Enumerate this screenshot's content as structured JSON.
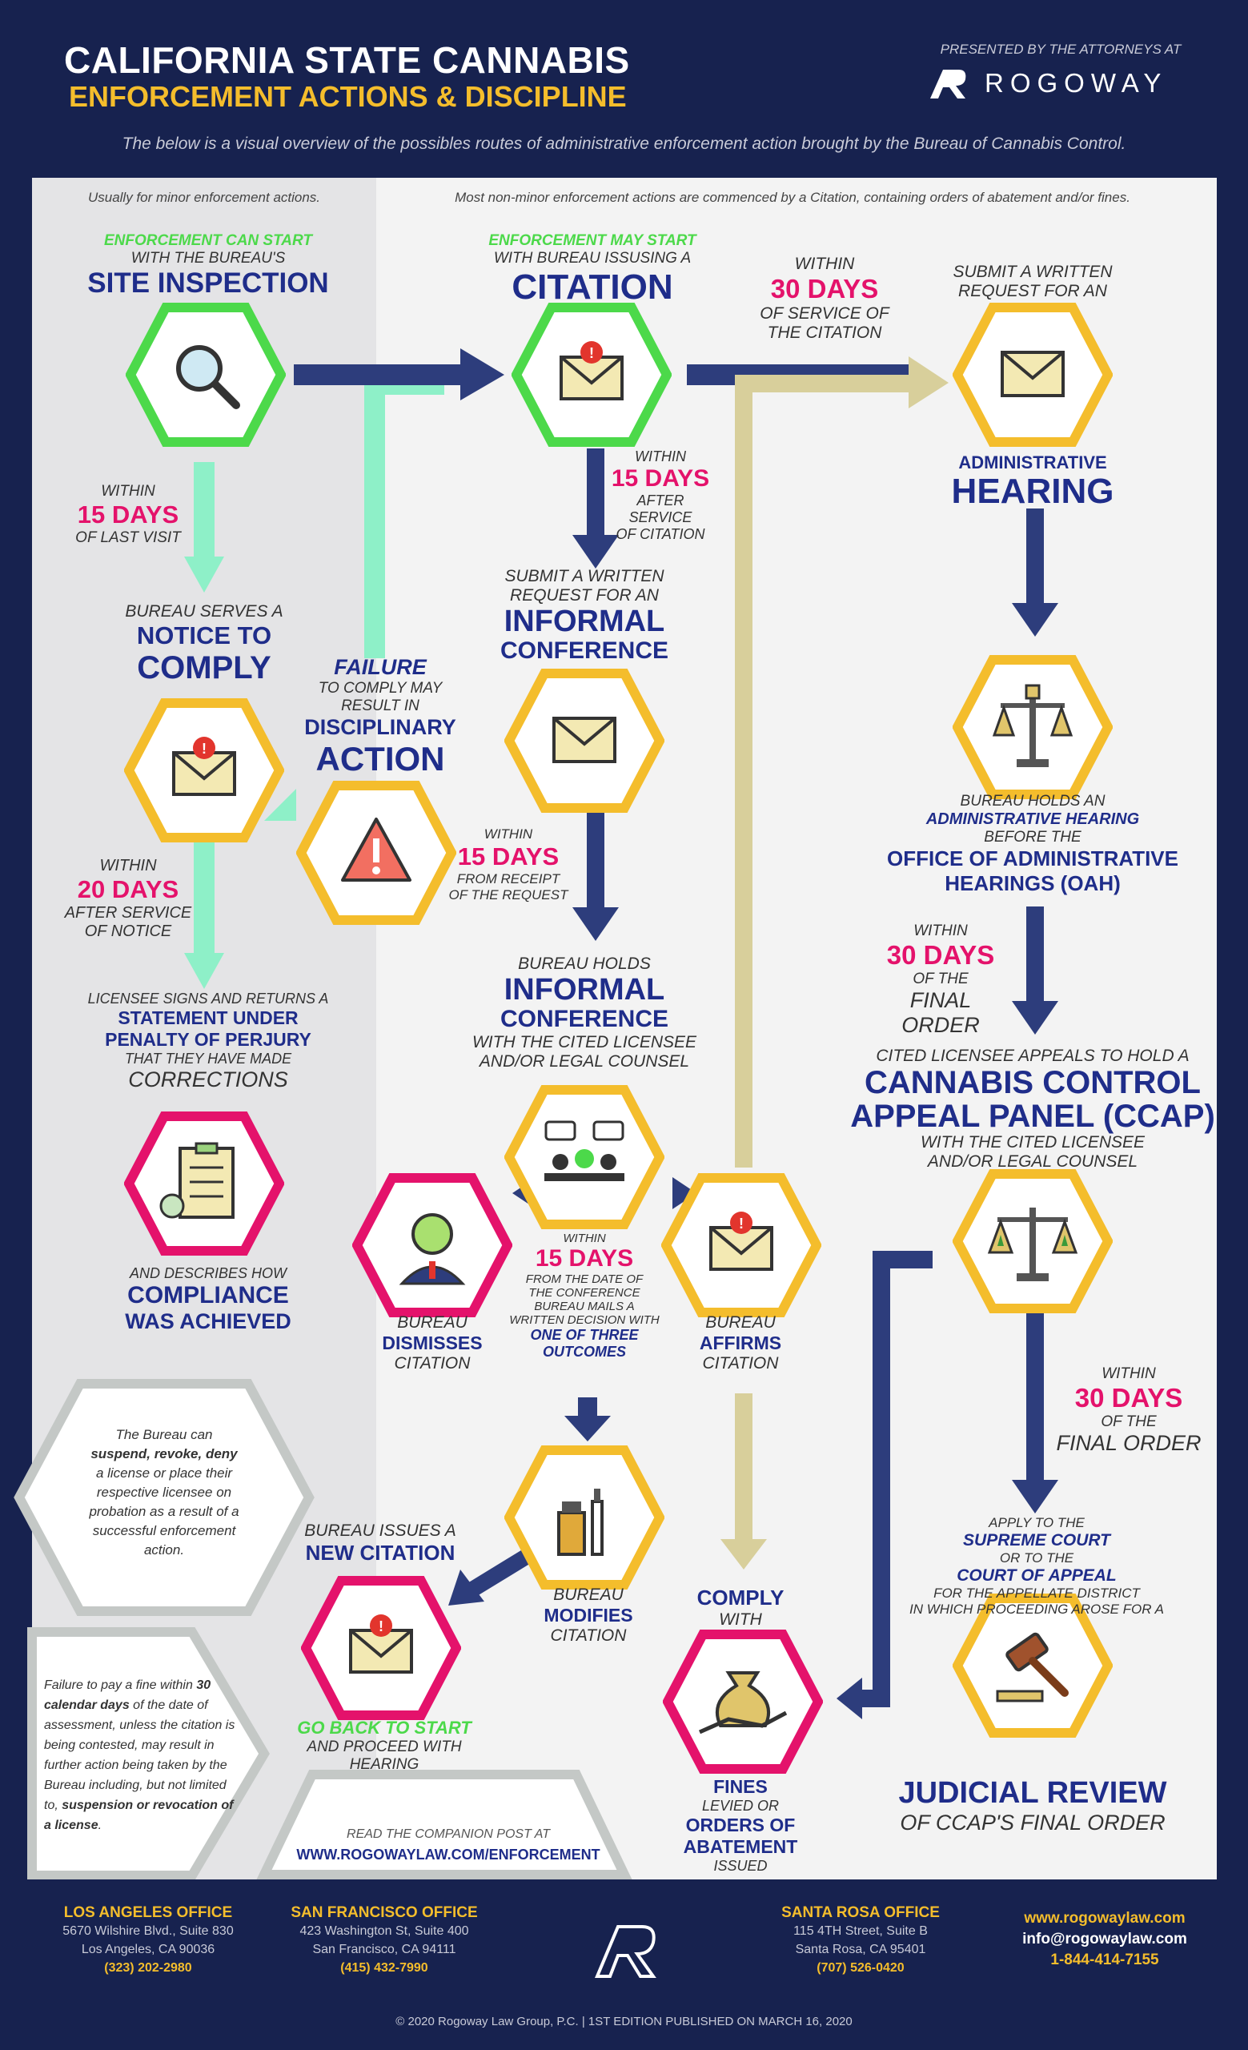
{
  "header": {
    "title_line1": "CALIFORNIA STATE CANNABIS",
    "title_line2": "ENFORCEMENT ACTIONS & DISCIPLINE",
    "presented_by": "PRESENTED BY THE ATTORNEYS AT",
    "brand": "ROGOWAY",
    "intro": "The below is a visual overview of the possibles routes of administrative enforcement action brought by the Bureau of Cannabis Control."
  },
  "notes": {
    "left": "Usually for minor enforcement actions.",
    "right": "Most non-minor enforcement actions are commenced by a Citation, containing orders of abatement and/or fines."
  },
  "site_inspection": {
    "pre": "ENFORCEMENT CAN START",
    "mid": "WITH THE BUREAU'S",
    "main": "SITE INSPECTION"
  },
  "citation": {
    "pre": "ENFORCEMENT MAY START",
    "mid": "WITH BUREAU ISSUSING A",
    "main": "CITATION"
  },
  "within30_citation": {
    "a": "WITHIN",
    "b": "30 DAYS",
    "c": "OF SERVICE OF",
    "d": "THE CITATION"
  },
  "admin_hearing_req": {
    "a": "SUBMIT A WRITTEN",
    "b": "REQUEST FOR AN",
    "c": "ADMINISTRATIVE",
    "d": "HEARING"
  },
  "within15_last": {
    "a": "WITHIN",
    "b": "15 DAYS",
    "c": "OF LAST VISIT"
  },
  "within15_cit": {
    "a": "WITHIN",
    "b": "15 DAYS",
    "c": "AFTER SERVICE",
    "d": "OF CITATION"
  },
  "informal_req": {
    "a": "SUBMIT A WRITTEN",
    "b": "REQUEST FOR AN",
    "c": "INFORMAL",
    "d": "CONFERENCE"
  },
  "notice": {
    "a": "BUREAU SERVES A",
    "b": "NOTICE TO",
    "c": "COMPLY"
  },
  "failure": {
    "a": "FAILURE",
    "b": "TO COMPLY MAY",
    "c": "RESULT IN",
    "d": "DISCIPLINARY",
    "e": "ACTION"
  },
  "oah": {
    "a": "BUREAU HOLDS AN",
    "b": "ADMINISTRATIVE HEARING",
    "c": "BEFORE THE",
    "d": "OFFICE OF ADMINISTRATIVE",
    "e": "HEARINGS (OAH)"
  },
  "within20": {
    "a": "WITHIN",
    "b": "20 DAYS",
    "c": "AFTER SERVICE",
    "d": "OF NOTICE"
  },
  "within15_req": {
    "a": "WITHIN",
    "b": "15 DAYS",
    "c": "FROM RECEIPT",
    "d": "OF THE REQUEST"
  },
  "within30_final": {
    "a": "WITHIN",
    "b": "30 DAYS",
    "c": "OF THE",
    "d": "FINAL ORDER"
  },
  "informal_hold": {
    "a": "BUREAU HOLDS",
    "b": "INFORMAL",
    "c": "CONFERENCE",
    "d": "WITH THE CITED LICENSEE",
    "e": "AND/OR LEGAL COUNSEL"
  },
  "statement": {
    "a": "LICENSEE SIGNS AND RETURNS A",
    "b": "STATEMENT UNDER",
    "c": "PENALTY OF PERJURY",
    "d": "THAT THEY HAVE MADE",
    "e": "CORRECTIONS"
  },
  "ccap": {
    "a": "CITED LICENSEE APPEALS TO HOLD A",
    "b": "CANNABIS CONTROL",
    "c": "APPEAL PANEL (CCAP)",
    "d": "WITH THE CITED LICENSEE",
    "e": "AND/OR LEGAL COUNSEL"
  },
  "compliance": {
    "a": "AND DESCRIBES HOW",
    "b": "COMPLIANCE",
    "c": "WAS ACHIEVED"
  },
  "dismisses": {
    "a": "BUREAU",
    "b": "DISMISSES",
    "c": "CITATION"
  },
  "within15_conf": {
    "a": "WITHIN",
    "b": "15 DAYS",
    "c": "FROM THE DATE OF",
    "d": "THE CONFERENCE",
    "e": "BUREAU MAILS A",
    "f": "WRITTEN DECISION WITH",
    "g": "ONE OF THREE",
    "h": "OUTCOMES"
  },
  "affirms": {
    "a": "BUREAU",
    "b": "AFFIRMS",
    "c": "CITATION"
  },
  "within30_ccap": {
    "a": "WITHIN",
    "b": "30 DAYS",
    "c": "OF THE",
    "d": "FINAL ORDER"
  },
  "suspend_box": {
    "a": "The Bureau can",
    "b": "suspend, revoke, deny",
    "c": "a license or place their",
    "d": "respective licensee on",
    "e": "probation as a result of a",
    "f": "successful enforcement",
    "g": "action."
  },
  "new_citation": {
    "a": "BUREAU ISSUES A",
    "b": "NEW CITATION"
  },
  "modifies": {
    "a": "BUREAU",
    "b": "MODIFIES",
    "c": "CITATION"
  },
  "comply": {
    "a": "COMPLY",
    "b": "WITH"
  },
  "supreme": {
    "a": "APPLY TO THE",
    "b": "SUPREME COURT",
    "c": "OR TO THE",
    "d": "COURT OF APPEAL",
    "e": "FOR THE APPELLATE DISTRICT",
    "f": "IN WHICH PROCEEDING AROSE FOR A"
  },
  "fine_box": {
    "text1": "Failure to pay a fine within ",
    "bold1": "30 calendar days",
    "text2": " of the date of assessment, unless the citation is being contested, may result in further action being taken by the Bureau including, but not limited to, ",
    "bold2": "suspension or revocation of a license",
    "text3": "."
  },
  "go_back": {
    "a": "GO BACK TO START",
    "b": "AND PROCEED WITH HEARING"
  },
  "fines": {
    "a": "FINES",
    "b": "LEVIED OR",
    "c": "ORDERS OF",
    "d": "ABATEMENT",
    "e": "ISSUED"
  },
  "judicial": {
    "a": "JUDICIAL REVIEW",
    "b": "OF CCAP'S FINAL ORDER"
  },
  "companion": {
    "a": "READ THE COMPANION POST AT",
    "b": "WWW.ROGOWAYLAW.COM/ENFORCEMENT"
  },
  "footer": {
    "la": {
      "title": "LOS ANGELES OFFICE",
      "l1": "5670 Wilshire Blvd., Suite 830",
      "l2": "Los Angeles, CA 90036",
      "phone": "(323) 202-2980"
    },
    "sf": {
      "title": "SAN FRANCISCO OFFICE",
      "l1": "423 Washington St, Suite 400",
      "l2": "San Francisco, CA 94111",
      "phone": "(415) 432-7990"
    },
    "sr": {
      "title": "SANTA ROSA OFFICE",
      "l1": "115 4TH Street, Suite B",
      "l2": "Santa Rosa, CA 95401",
      "phone": "(707) 526-0420"
    },
    "web": "www.rogowaylaw.com",
    "email": "info@rogowaylaw.com",
    "tel": "1-844-414-7155",
    "copyright": "© 2020 Rogoway Law Group, P.C. | 1ST EDITION PUBLISHED ON MARCH 16, 2020"
  },
  "colors": {
    "navy": "#17224f",
    "gold": "#f4bd2c",
    "green": "#4cd94a",
    "pink": "#e4126b",
    "mint": "#8ef0c8",
    "sand": "#d8cf9b",
    "arrow": "#2d3d7c"
  },
  "icons": [
    "search-icon",
    "envelope-icon",
    "scales-icon",
    "warning-icon",
    "meeting-icon",
    "clipboard-icon",
    "person-icon",
    "cannabis-scales-icon",
    "bottles-icon",
    "money-bag-icon",
    "gavel-icon"
  ]
}
